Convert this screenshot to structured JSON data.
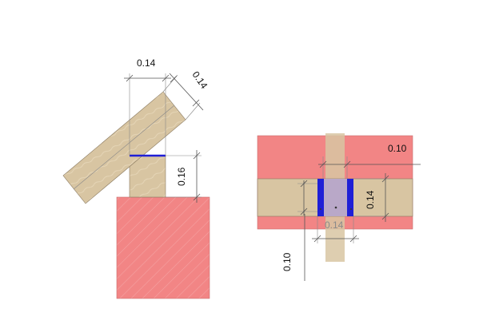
{
  "colors": {
    "concrete": "#f28585",
    "concrete_hatch": "#f5a3a3",
    "timber": "#d8c5a2",
    "timber_light": "#e6d6b8",
    "timber_edge": "#8a7a60",
    "connector": "#1f1fd6",
    "connector_fill": "#b9a8c8",
    "dim": "#555555"
  },
  "left_view": {
    "dims": {
      "top_width": "0.14",
      "rafter_width": "0.14",
      "post_height": "0.16"
    }
  },
  "right_view": {
    "dims": {
      "top_offset": "0.10",
      "beam_height": "0.14",
      "post_width": "0.14",
      "vertical_offset": "0.10"
    }
  }
}
